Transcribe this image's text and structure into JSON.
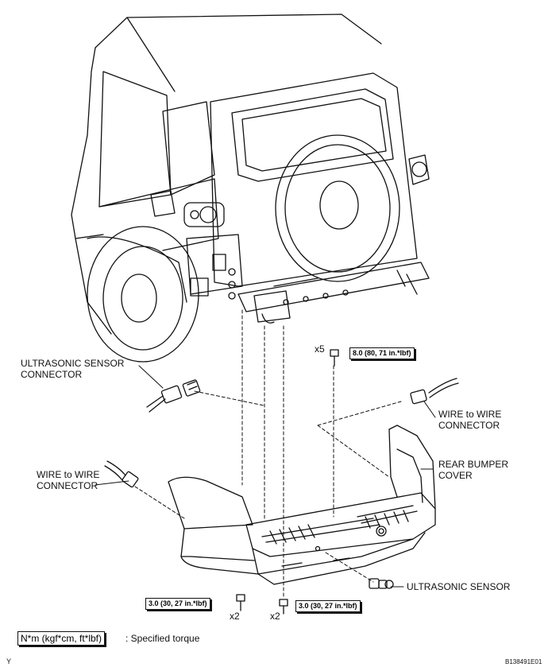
{
  "labels": {
    "ultrasonic_sensor_connector_line1": "ULTRASONIC SENSOR",
    "ultrasonic_sensor_connector_line2": "CONNECTOR",
    "wire_to_wire_right_line1": "WIRE to WIRE",
    "wire_to_wire_right_line2": "CONNECTOR",
    "wire_to_wire_left_line1": "WIRE to WIRE",
    "wire_to_wire_left_line2": "CONNECTOR",
    "rear_bumper_cover_line1": "REAR BUMPER",
    "rear_bumper_cover_line2": "COVER",
    "ultrasonic_sensor": "ULTRASONIC SENSOR"
  },
  "torque": {
    "top_bolt_spec": "8.0 (80, 71 in.*lbf)",
    "top_bolt_qty": "x5",
    "bottom_left_spec": "3.0 (30, 27 in.*lbf)",
    "bottom_left_qty": "x2",
    "bottom_right_spec": "3.0 (30, 27 in.*lbf)",
    "bottom_right_qty": "x2"
  },
  "legend": {
    "units": "N*m (kgf*cm, ft*lbf)",
    "description": ": Specified torque"
  },
  "footer": {
    "left_code": "Y",
    "figure_id": "B138491E01"
  }
}
